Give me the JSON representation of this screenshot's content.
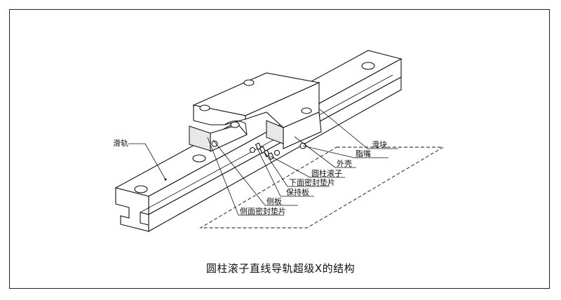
{
  "caption": "圆柱滚子直线导轨超级X的结构",
  "labels": {
    "rail": "滑轨",
    "block": "滑块",
    "grease_nipple": "脂嘴",
    "housing": "外壳",
    "rollers": "圆柱滚子",
    "bottom_seal": "下面密封垫片",
    "retainer_plate": "保持板",
    "side_plate": "侧板",
    "side_seal": "侧面密封垫片"
  }
}
